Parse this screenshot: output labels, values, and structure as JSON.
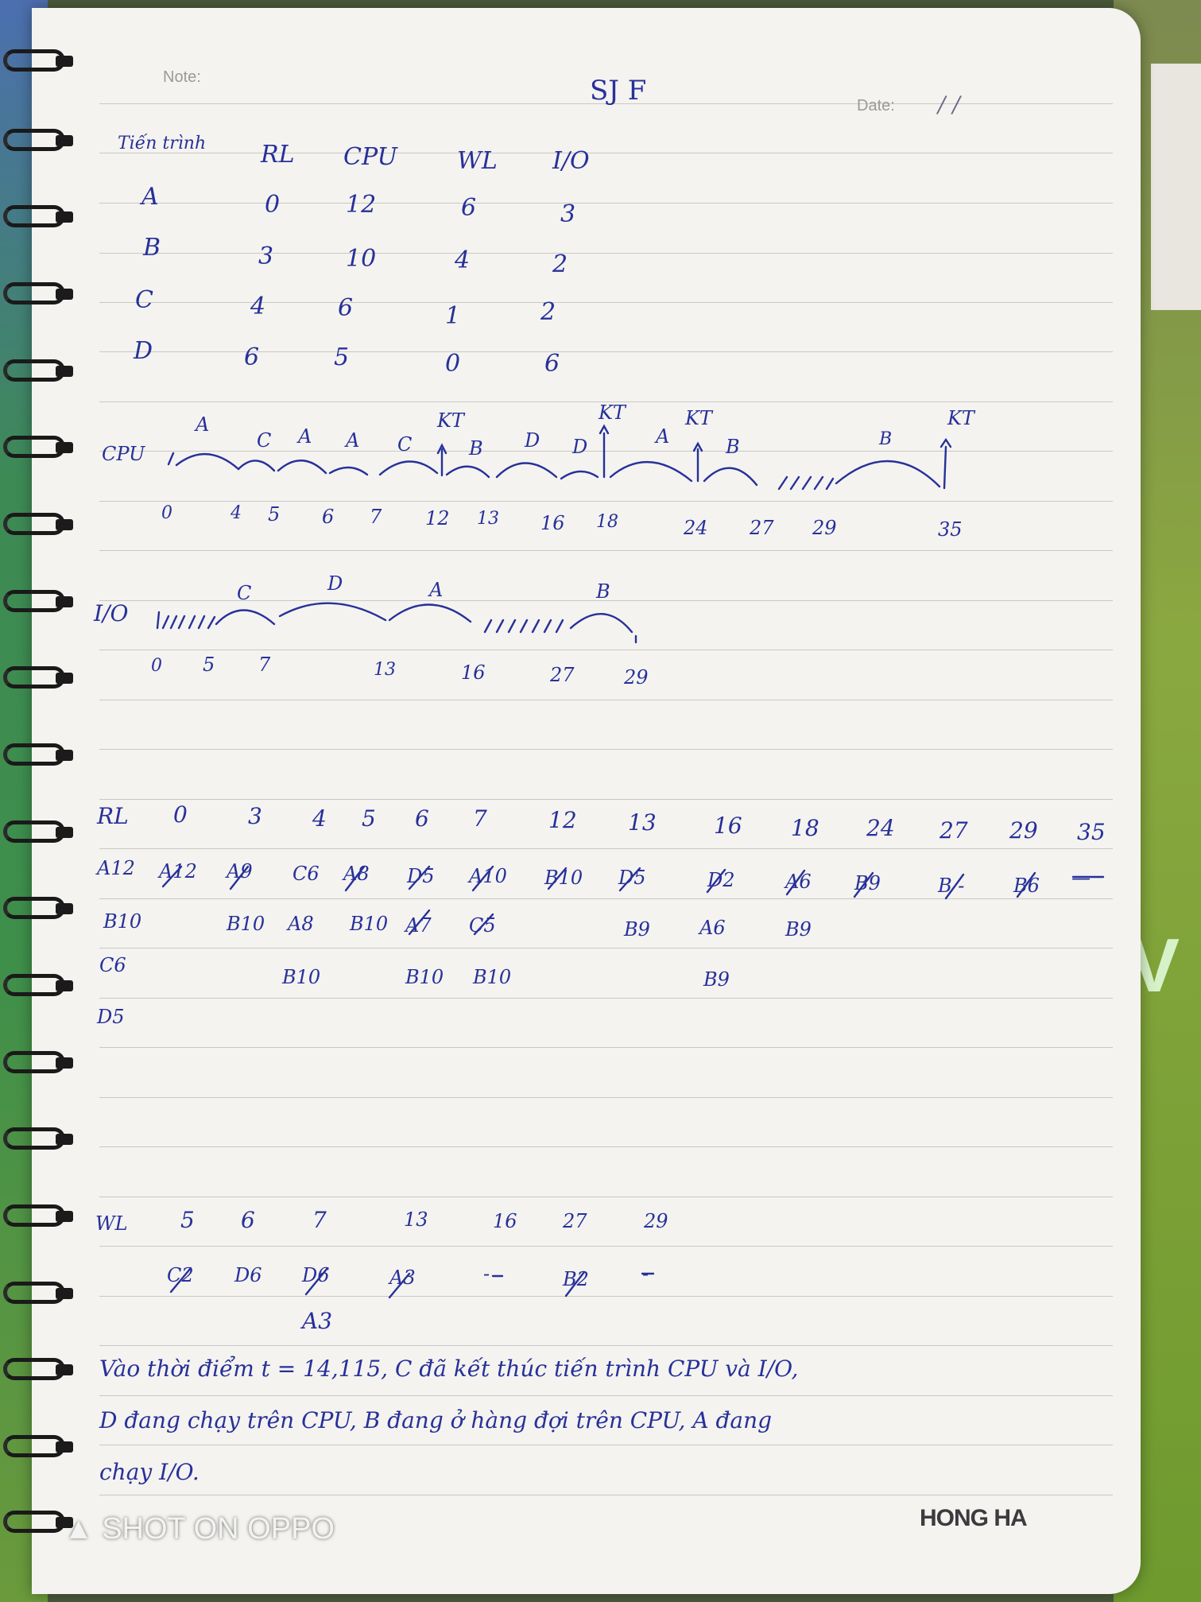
{
  "header": {
    "note_label": "Note:",
    "date_label": "Date:",
    "date_value": "/ /",
    "title": "SJ F"
  },
  "process_table": {
    "headers": [
      "Tiến trình",
      "RL",
      "CPU",
      "WL",
      "I/O"
    ],
    "rows": [
      [
        "A",
        "0",
        "12",
        "6",
        "3"
      ],
      [
        "B",
        "3",
        "10",
        "4",
        "2"
      ],
      [
        "C",
        "4",
        "6",
        "1",
        "2"
      ],
      [
        "D",
        "6",
        "5",
        "0",
        "6"
      ]
    ]
  },
  "cpu_gantt": {
    "label": "CPU",
    "segments": [
      "A",
      "C",
      "A",
      "A",
      "C",
      "B",
      "D",
      "D",
      "A",
      "B",
      "B"
    ],
    "kt_marks": [
      "KT",
      "KT",
      "KT",
      "KT"
    ],
    "times": [
      "0",
      "4",
      "5",
      "6",
      "7",
      "12",
      "13",
      "16",
      "18",
      "24",
      "27",
      "29",
      "35"
    ]
  },
  "io_gantt": {
    "label": "I/O",
    "segments": [
      "C",
      "D",
      "A",
      "B"
    ],
    "times": [
      "0",
      "5",
      "7",
      "13",
      "16",
      "27",
      "29"
    ]
  },
  "rl_table": {
    "label": "RL",
    "times": [
      "0",
      "3",
      "4",
      "5",
      "6",
      "7",
      "12",
      "13",
      "16",
      "18",
      "24",
      "27",
      "29",
      "35"
    ],
    "row1": [
      "A12",
      "A12",
      "A9",
      "C6",
      "A8",
      "D5",
      "A10",
      "B10",
      "D5",
      "D2",
      "A6",
      "B9",
      "B -",
      "B6",
      "—"
    ],
    "row2": [
      "B10",
      "B10",
      "A8",
      "B10",
      "A7",
      "C5",
      "B9",
      "A6",
      "B9"
    ],
    "row3": [
      "C6",
      "B10",
      "B10",
      "B10",
      "B9"
    ],
    "row4": [
      "D5"
    ]
  },
  "wl_table": {
    "label": "WL",
    "times": [
      "5",
      "6",
      "7",
      "13",
      "16",
      "27",
      "29"
    ],
    "row1": [
      "C2",
      "D6",
      "D6",
      "A3",
      "-",
      "B2",
      "-"
    ],
    "row2": [
      "A3"
    ]
  },
  "notes": {
    "line1": "Vào thời điểm t = 14,115, C đã kết thúc tiến trình CPU và I/O,",
    "line2": "D đang chạy trên CPU, B đang ở hàng đợi trên CPU, A đang",
    "line3": "chạy I/O."
  },
  "watermark": {
    "text": "SHOT ON OPPO",
    "brand": "HONG HA"
  },
  "colors": {
    "ink": "#27309a",
    "paper": "#f4f3ef",
    "rule": "#c9c8c3"
  }
}
